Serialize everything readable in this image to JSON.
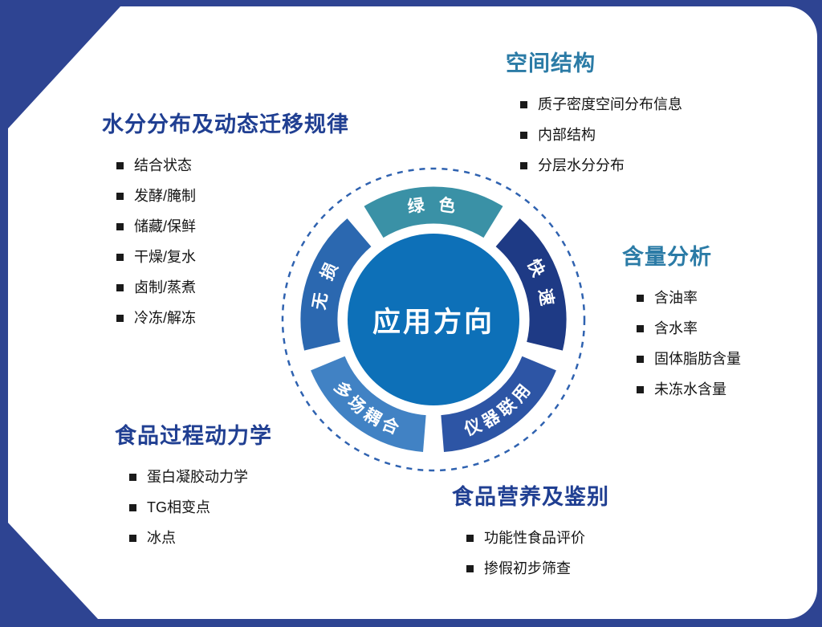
{
  "colors": {
    "background": "#2e4492",
    "card": "#ffffff",
    "navy_heading": "#203f92",
    "teal_heading": "#2b7ba6",
    "center_circle": "#0d70b8",
    "dashed_ring": "#2f62b0",
    "bullet": "#1a1a1a"
  },
  "center": {
    "label": "应用方向"
  },
  "ring": {
    "segments": [
      {
        "label": "绿 色",
        "color": "#3a91a6",
        "angle_center": 0,
        "text_direction": "outward"
      },
      {
        "label": "快 速",
        "color": "#1e3a85",
        "angle_center": 72,
        "text_direction": "outward"
      },
      {
        "label": "仪器联用",
        "color": "#2d55a5",
        "angle_center": 144,
        "text_direction": "inward"
      },
      {
        "label": "多场耦合",
        "color": "#4182c4",
        "angle_center": 216,
        "text_direction": "inward"
      },
      {
        "label": "无 损",
        "color": "#2b68b0",
        "angle_center": 288,
        "text_direction": "outward"
      }
    ]
  },
  "sections": [
    {
      "id": "water",
      "title": "水分分布及动态迁移规律",
      "accent": "navy",
      "items": [
        "结合状态",
        "发酵/腌制",
        "储藏/保鲜",
        "干燥/复水",
        "卤制/蒸煮",
        "冷冻/解冻"
      ]
    },
    {
      "id": "spatial",
      "title": "空间结构",
      "accent": "teal",
      "items": [
        "质子密度空间分布信息",
        "内部结构",
        "分层水分分布"
      ]
    },
    {
      "id": "content",
      "title": "含量分析",
      "accent": "teal",
      "items": [
        "含油率",
        "含水率",
        "固体脂肪含量",
        "未冻水含量"
      ]
    },
    {
      "id": "process",
      "title": "食品过程动力学",
      "accent": "navy",
      "items": [
        "蛋白凝胶动力学",
        "TG相变点",
        "冰点"
      ]
    },
    {
      "id": "nutrition",
      "title": "食品营养及鉴别",
      "accent": "navy",
      "items": [
        "功能性食品评价",
        "掺假初步筛查"
      ]
    }
  ]
}
